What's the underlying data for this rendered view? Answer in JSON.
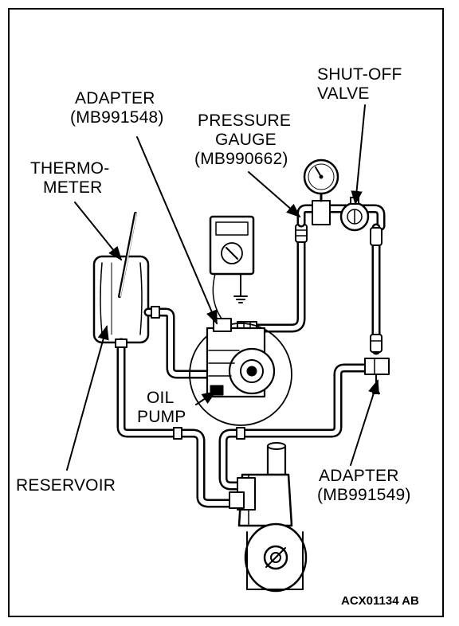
{
  "labels": {
    "adapter_top_line1": "ADAPTER",
    "adapter_top_line2": "(MB991548)",
    "pressure_gauge_line1": "PRESSURE",
    "pressure_gauge_line2": "GAUGE",
    "pressure_gauge_line3": "(MB990662)",
    "shutoff_valve_line1": "SHUT-OFF",
    "shutoff_valve_line2": "VALVE",
    "thermometer_line1": "THERMO-",
    "thermometer_line2": "METER",
    "oil_pump_line1": "OIL",
    "oil_pump_line2": "PUMP",
    "reservoir": "RESERVOIR",
    "adapter_bottom_line1": "ADAPTER",
    "adapter_bottom_line2": "(MB991549)"
  },
  "figure_code": "ACX01134 AB",
  "colors": {
    "ink": "#000000",
    "paper": "#ffffff"
  }
}
